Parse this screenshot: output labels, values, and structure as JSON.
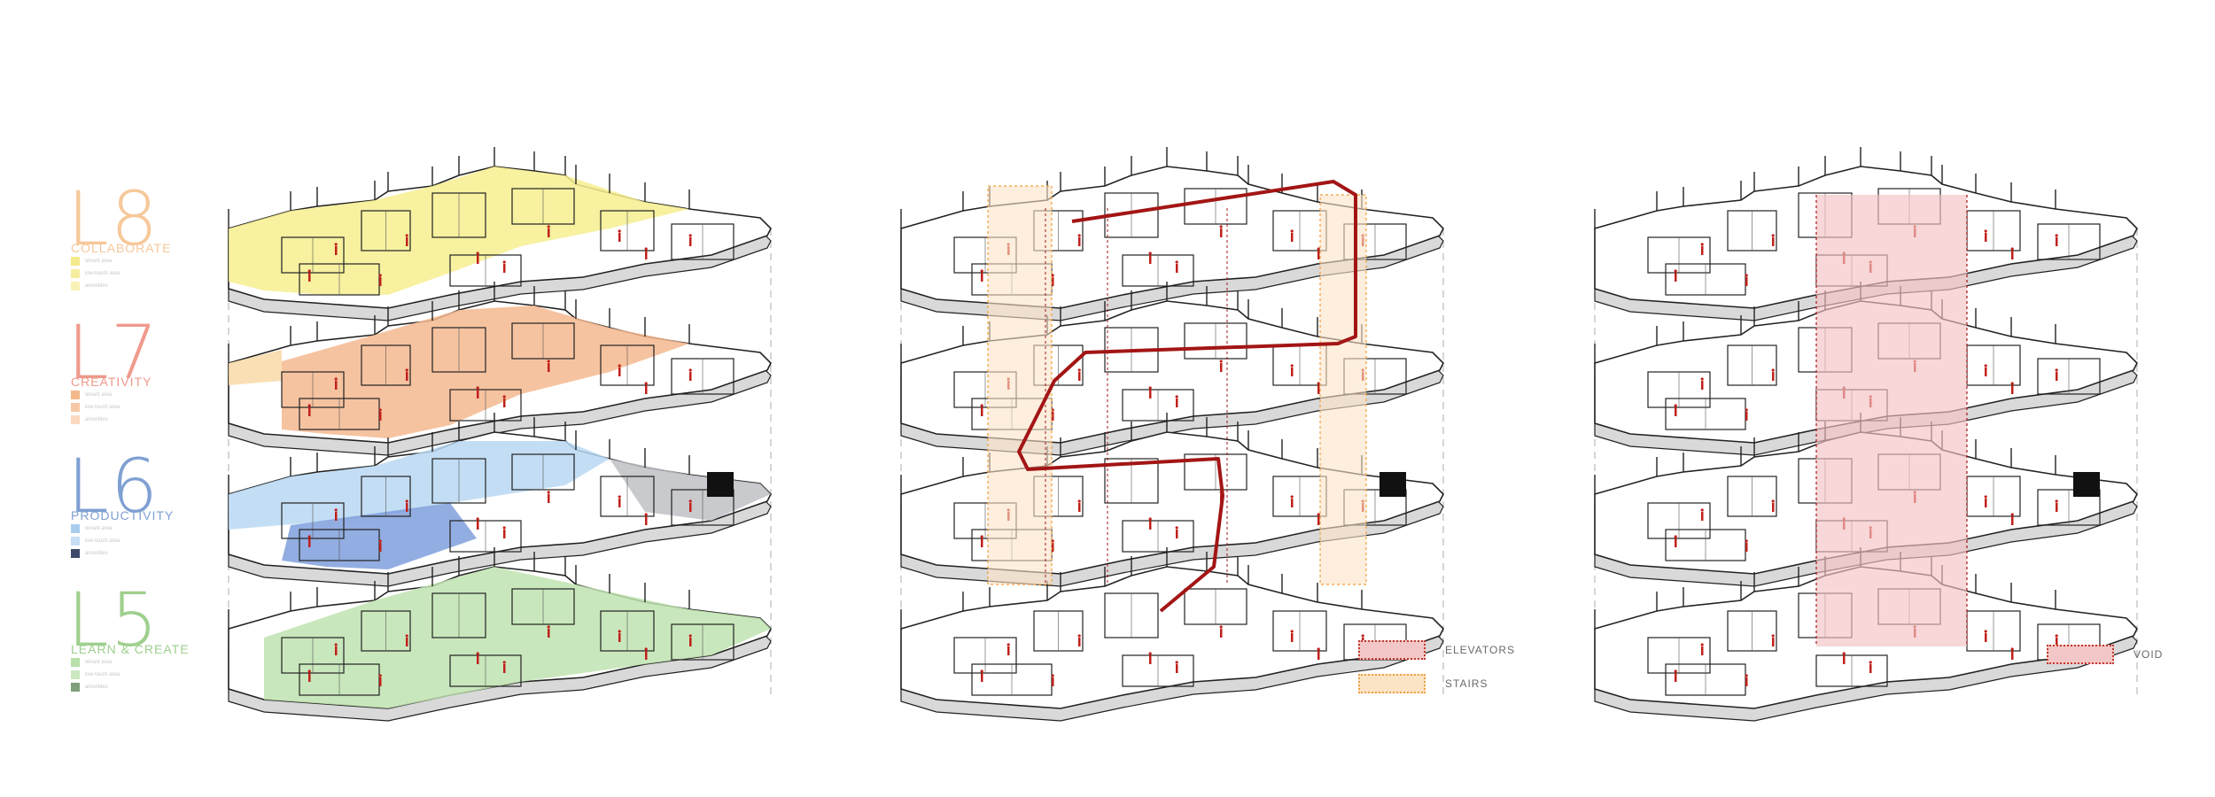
{
  "levels": [
    {
      "code": "L8",
      "name": "COLLABORATE",
      "color": "#f6c89a",
      "swatches": [
        "#f5ea8c",
        "#f6ee9e",
        "#f8f2b6"
      ],
      "swatch_labels": [
        "tenant area",
        "low-touch area",
        "amenities"
      ]
    },
    {
      "code": "L7",
      "name": "CREATIVITY",
      "color": "#ef9a8c",
      "swatches": [
        "#f3b98a",
        "#f7c9a6",
        "#fad8bf"
      ],
      "swatch_labels": [
        "tenant area",
        "low-touch area",
        "amenities"
      ]
    },
    {
      "code": "L6",
      "name": "PRODUCTIVITY",
      "color": "#7fa0d2",
      "swatches": [
        "#a9cdee",
        "#c7def4",
        "#3e4a6a"
      ],
      "swatch_labels": [
        "tenant area",
        "low-touch area",
        "amenities"
      ]
    },
    {
      "code": "L5",
      "name": "LEARN & CREATE",
      "color": "#9ecf8e",
      "swatches": [
        "#b7e0aa",
        "#cce8c0",
        "#7fa07a"
      ],
      "swatch_labels": [
        "tenant area",
        "low-touch area",
        "amenities"
      ]
    }
  ],
  "legends": {
    "elevators": {
      "label": "ELEVATORS",
      "fill": "#f3c7c7",
      "border": "#c0392b"
    },
    "stairs": {
      "label": "STAIRS",
      "fill": "#fbe3c6",
      "border": "#f0a040"
    },
    "void": {
      "label": "VOID",
      "fill": "#f3c7c7",
      "border": "#c0392b"
    }
  },
  "zone_colors": {
    "l8": "#f6ef8f",
    "l7_main": "#f5b98f",
    "l7_alt": "#f9d9a8",
    "l6_light": "#b9d8f2",
    "l6_dark": "#7f9fdc",
    "l6_grey": "#bfc1c6",
    "l5": "#bfe3b0",
    "l5_dark": "#a9d79b",
    "void": "#f2c2c2",
    "stairs": "#fbe3c6",
    "path": "#a31515",
    "people": "#c0201b",
    "line": "#222222",
    "elev_block": "#111111"
  }
}
